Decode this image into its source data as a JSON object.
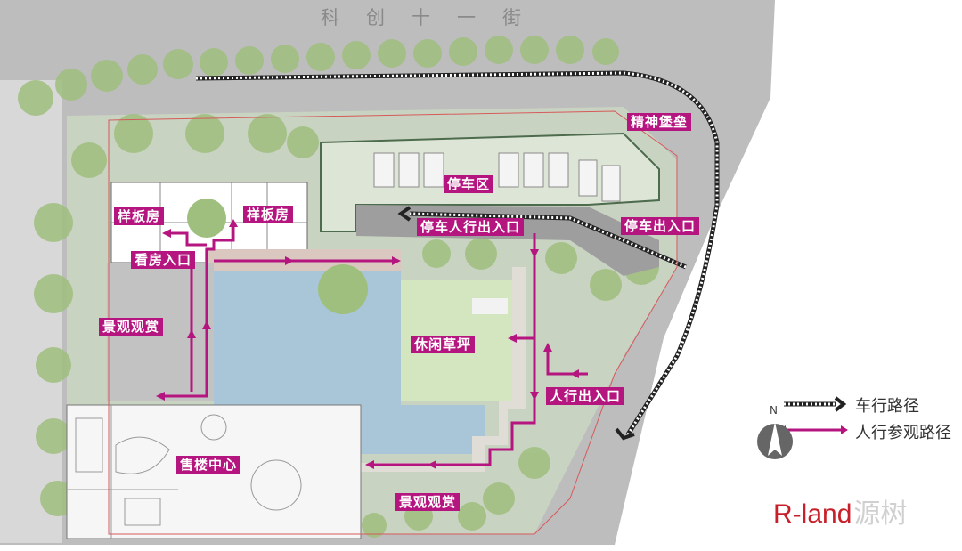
{
  "street": {
    "name": "科创十一街"
  },
  "labels": {
    "spirit_fortress": "精神堡垒",
    "parking_area": "停车区",
    "parking_ped_entrance": "停车人行出入口",
    "vehicle_entrance": "停车出入口",
    "model_room_left": "样板房",
    "model_room_right": "样板房",
    "viewing_entrance": "看房入口",
    "landscape_view_left": "景观观赏",
    "leisure_lawn": "休闲草坪",
    "pedestrian_entrance": "人行出入口",
    "sales_center": "售楼中心",
    "landscape_view_bottom": "景观观赏"
  },
  "legend": {
    "vehicle_route": "车行路径",
    "pedestrian_route": "人行参观路径",
    "north": "N"
  },
  "brand": {
    "latin": "R-land",
    "chinese": "源树"
  },
  "colors": {
    "route_pink": "#b5157f",
    "water": "#a9c6d8",
    "lawn": "#d4e6c0",
    "vehicle_route": "#222222"
  }
}
